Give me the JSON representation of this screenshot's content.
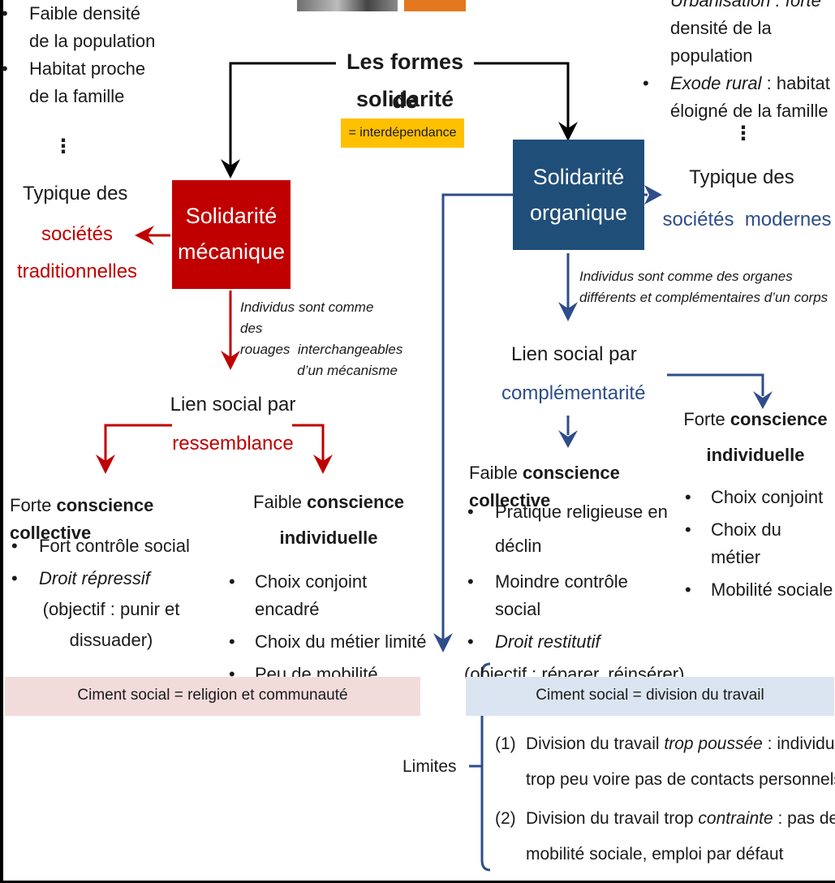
{
  "top_left": {
    "item1_line1": "Faible densité",
    "item1_line2": "de la population",
    "item2_line1": "Habitat proche",
    "item2_line2": "de la famille",
    "typique": "Typique des",
    "societes_line1": "sociétés",
    "societes_line2": "traditionnelles"
  },
  "top_right": {
    "item1_line1": "Urbanisation : forte",
    "item1_line2": "densité de la population",
    "item2_label": "Exode rural",
    "item2_rest": " : habitat",
    "item2_line2": "éloigné de la famille",
    "typique": "Typique des",
    "societes": "sociétés  modernes"
  },
  "center": {
    "title_line1": "Les formes de",
    "title_line2": "solidarité",
    "interdependance": "= interdépendance"
  },
  "mecanique": {
    "box_line1": "Solidarité",
    "box_line2": "mécanique",
    "desc_line1": "Individus sont comme des",
    "desc_line2": "rouages  interchangeables",
    "desc_line3": "d’un mécanisme",
    "lien_line1": "Lien social par",
    "lien_line2": "ressemblance",
    "forte_prefix": "Forte ",
    "forte_bold": "conscience collective",
    "forte_items": [
      "Fort contrôle social",
      "Droit répressif"
    ],
    "forte_note_line1": "(objectif : punir et",
    "forte_note_line2": "dissuader)",
    "faible_prefix": "Faible ",
    "faible_bold_line1": "conscience",
    "faible_bold_line2": "individuelle",
    "faible_items": [
      "Choix conjoint encadré",
      "Choix du métier limité",
      "Peu de mobilité sociale"
    ],
    "ciment": "Ciment social = religion et communauté"
  },
  "organique": {
    "box_line1": "Solidarité",
    "box_line2": "organique",
    "desc_line1": "Individus sont comme des organes",
    "desc_line2": "différents et complémentaires d’un corps",
    "lien_line1": "Lien social par",
    "lien_line2": "complémentarité",
    "faible_prefix": "Faible ",
    "faible_bold": "conscience collective",
    "faible_item1_line1": "Pratique religieuse en",
    "faible_item1_line2": "déclin",
    "faible_item2": "Moindre contrôle social",
    "faible_item3": "Droit restitutif",
    "faible_note": "(objectif : réparer, réinsérer)",
    "forte_prefix": "Forte ",
    "forte_bold_line1": "conscience",
    "forte_bold_line2": "individuelle",
    "forte_items": [
      "Choix conjoint",
      "Choix du métier",
      "Mobilité sociale"
    ],
    "ciment": "Ciment social = division du travail"
  },
  "limites": {
    "label": "Limites",
    "l1_num": "(1)",
    "l1_pre": "Division du travail ",
    "l1_it": "trop poussée",
    "l1_post": " : individus ont",
    "l1_line2": "trop peu voire pas de contacts personnels",
    "l2_num": "(2)",
    "l2_pre": "Division du travail trop ",
    "l2_it": "contrainte",
    "l2_post": " : pas de",
    "l2_line2": "mobilité sociale, emploi par défaut"
  },
  "colors": {
    "red": "#c00000",
    "blue": "#1f4e79",
    "text_blue": "#2e4d8a",
    "yellow": "#ffc000",
    "pink_band": "#f2dcdb",
    "blue_band": "#dbe5f1"
  }
}
